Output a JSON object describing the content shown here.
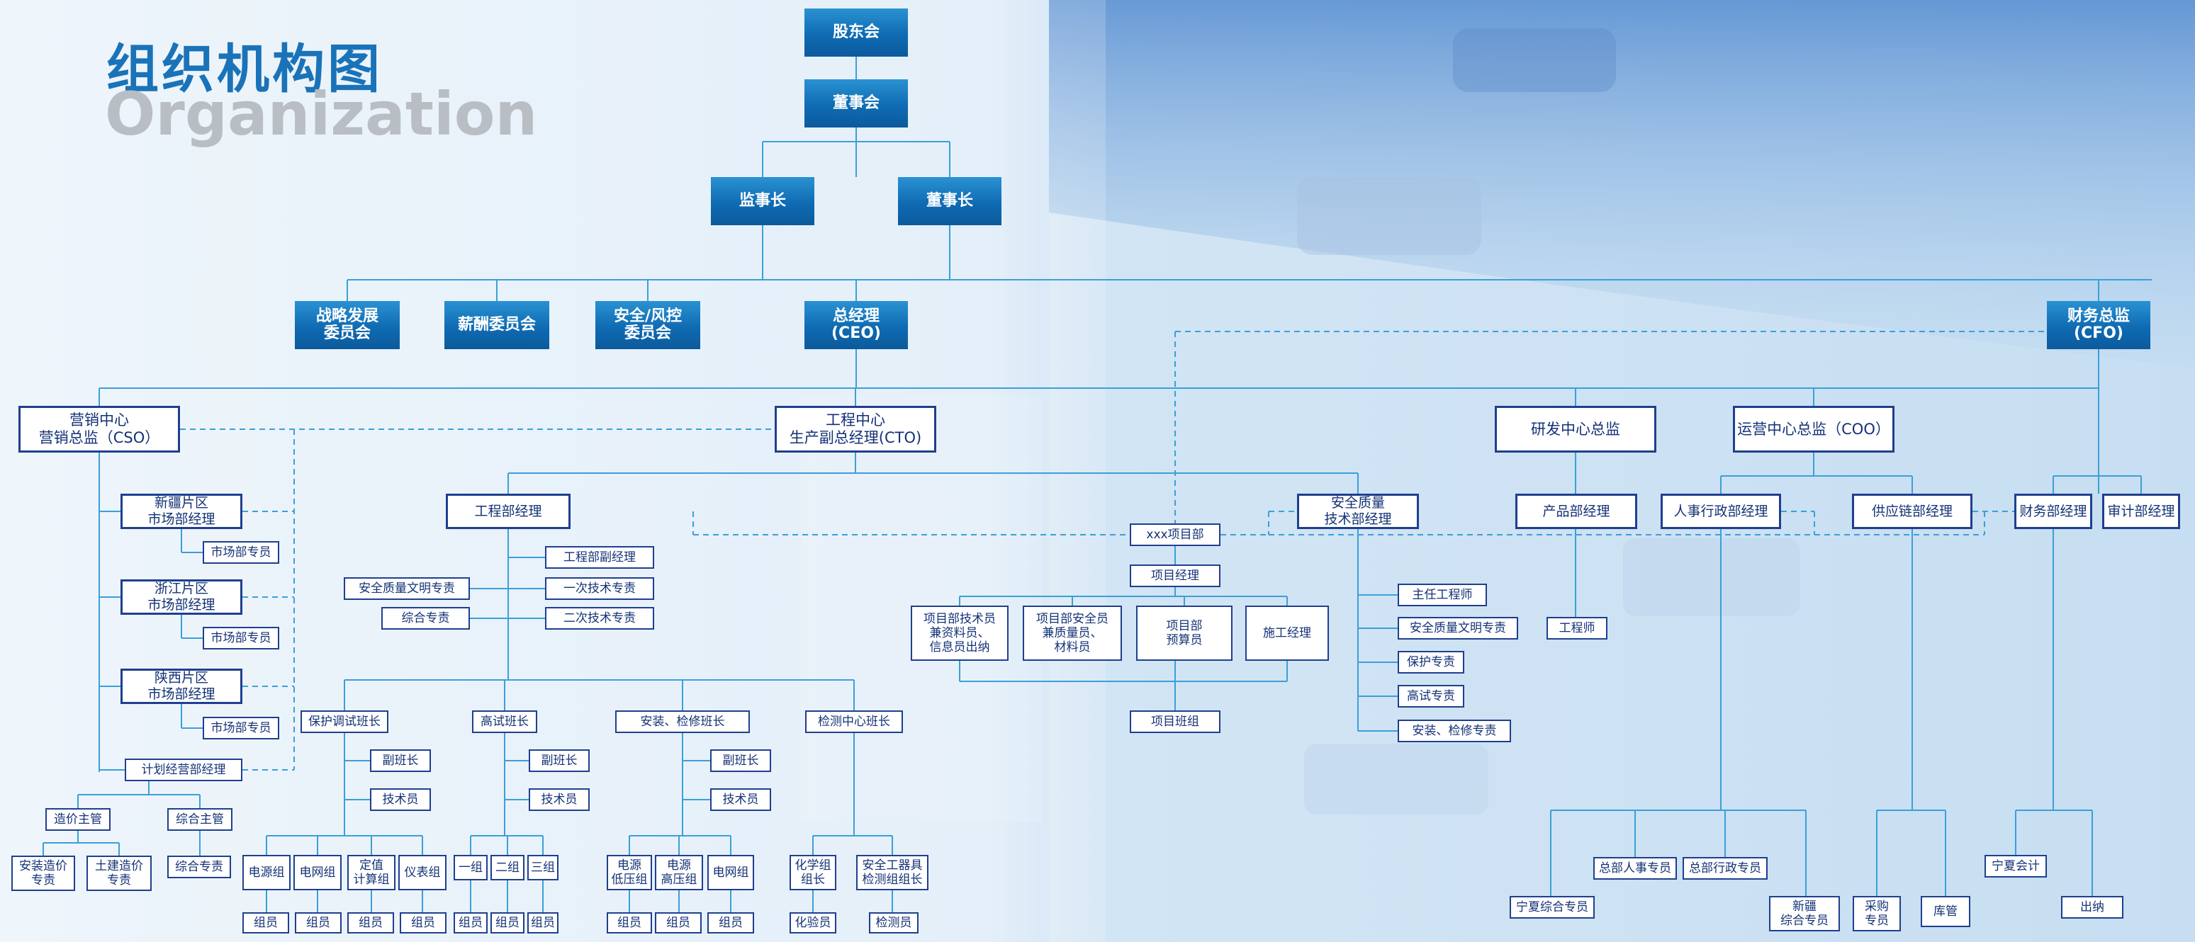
{
  "header": {
    "title_cn": "组织机构图",
    "title_en": "Organization"
  },
  "colors": {
    "line": "#3aa0d8",
    "box_border": "#1f3f8f",
    "header_box": "#1570b8",
    "title": "#1a73b8"
  },
  "nodes": {
    "shareholders": "股东会",
    "board": "董事会",
    "supervisor": "监事长",
    "chairman": "董事长",
    "strategy_committee": "战略发展\n委员会",
    "salary_committee": "薪酬委员会",
    "safety_committee": "安全/风控\n委员会",
    "ceo": "总经理\n(CEO)",
    "cfo": "财务总监\n(CFO)",
    "cso": "营销中心\n营销总监（CSO）",
    "cto": "工程中心\n生产副总经理(CTO)",
    "rd_director": "研发中心总监",
    "coo": "运营中心总监（COO）",
    "xinjiang_mgr": "新疆片区\n市场部经理",
    "zhejiang_mgr": "浙江片区\n市场部经理",
    "shaanxi_mgr": "陕西片区\n市场部经理",
    "market_staff_1": "市场部专员",
    "market_staff_2": "市场部专员",
    "market_staff_3": "市场部专员",
    "planning_mgr": "计划经营部经理",
    "cost_lead": "造价主管",
    "general_lead": "综合主管",
    "install_cost": "安装造价\n专责",
    "civil_cost": "土建造价\n专责",
    "general_staff": "综合专责",
    "eng_mgr": "工程部经理",
    "eng_deputy": "工程部副经理",
    "primary_tech": "一次技术专责",
    "secondary_tech": "二次技术专责",
    "safety_civil_staff": "安全质量文明专责",
    "general_staff_2": "综合专责",
    "protection_lead": "保护调试班长",
    "hv_test_lead": "高试班长",
    "install_lead": "安装、检修班长",
    "test_center_lead": "检测中心班长",
    "deputy_1": "副班长",
    "deputy_2": "副班长",
    "deputy_3": "副班长",
    "tech_1": "技术员",
    "tech_2": "技术员",
    "tech_3": "技术员",
    "power_group": "电源组",
    "grid_group": "电网组",
    "quota_group": "定值\n计算组",
    "instrument_group": "仪表组",
    "group_1": "一组",
    "group_2": "二组",
    "group_3": "三组",
    "lv_power_group": "电源\n低压组",
    "hv_power_group": "电源\n高压组",
    "grid_group_2": "电网组",
    "chem_group_lead": "化学组\n组长",
    "safety_tool_lead": "安全工器具\n检测组组长",
    "member_1": "组员",
    "member_2": "组员",
    "member_3": "组员",
    "member_4": "组员",
    "member_5": "组员",
    "member_6": "组员",
    "member_7": "组员",
    "member_8": "组员",
    "member_9": "组员",
    "member_10": "组员",
    "lab_tech": "化验员",
    "inspector": "检测员",
    "quality_mgr": "安全质量\n技术部经理",
    "project_dept": "xxx项目部",
    "project_mgr": "项目经理",
    "project_tech": "项目部技术员\n兼资料员、\n信息员出纳",
    "project_safety": "项目部安全员\n兼质量员、\n材料员",
    "project_budget": "项目部\n预算员",
    "construction_mgr": "施工经理",
    "project_team": "项目班组",
    "chief_engineer": "主任工程师",
    "qa_civil_staff": "安全质量文明专责",
    "protection_staff": "保护专责",
    "hv_test_staff": "高试专责",
    "install_staff": "安装、检修专责",
    "product_mgr": "产品部经理",
    "engineer": "工程师",
    "hr_admin_mgr": "人事行政部经理",
    "supply_chain_mgr": "供应链部经理",
    "finance_mgr": "财务部经理",
    "audit_mgr": "审计部经理",
    "hq_hr_staff": "总部人事专员",
    "hq_admin_staff": "总部行政专员",
    "ningxia_general": "宁夏综合专员",
    "xinjiang_general": "新疆\n综合专员",
    "purchasing_staff": "采购\n专员",
    "warehouse_mgr": "库管",
    "ningxia_accountant": "宁夏会计",
    "cashier": "出纳"
  }
}
